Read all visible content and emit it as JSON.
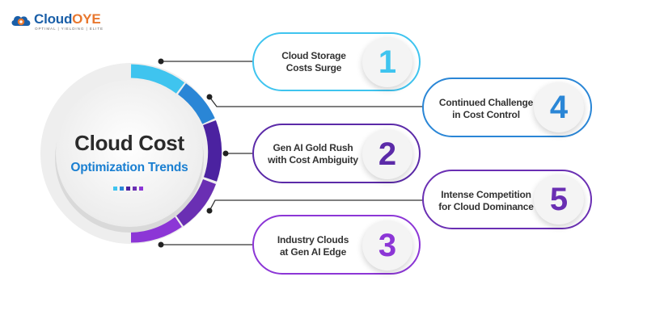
{
  "logo": {
    "name_part1": "Cloud",
    "name_part2": "OYE",
    "tagline": "OPTIMAL | YIELDING | ELITE",
    "icon": "cloud-gear-icon"
  },
  "center": {
    "title_line1": "Cloud Cost",
    "title_line2": "Optimization Trends"
  },
  "trends": [
    {
      "number": "1",
      "line1": "Cloud Storage",
      "line2": "Costs Surge",
      "color": "#3fc4ef"
    },
    {
      "number": "4",
      "line1": "Continued Challenge",
      "line2": "in Cost Control",
      "color": "#2a86d6"
    },
    {
      "number": "2",
      "line1": "Gen AI Gold Rush",
      "line2": "with Cost Ambiguity",
      "color": "#5b2aa8"
    },
    {
      "number": "5",
      "line1": "Intense Competition",
      "line2": "for Cloud Dominance",
      "color": "#6a2fb3"
    },
    {
      "number": "3",
      "line1": "Industry Clouds",
      "line2": "at Gen AI Edge",
      "color": "#8c36d6"
    }
  ],
  "colors": {
    "title_dark": "#2b2b2b",
    "title_blue": "#1a7fd1",
    "logo_blue": "#1a5fa8",
    "logo_orange": "#e8772e"
  }
}
